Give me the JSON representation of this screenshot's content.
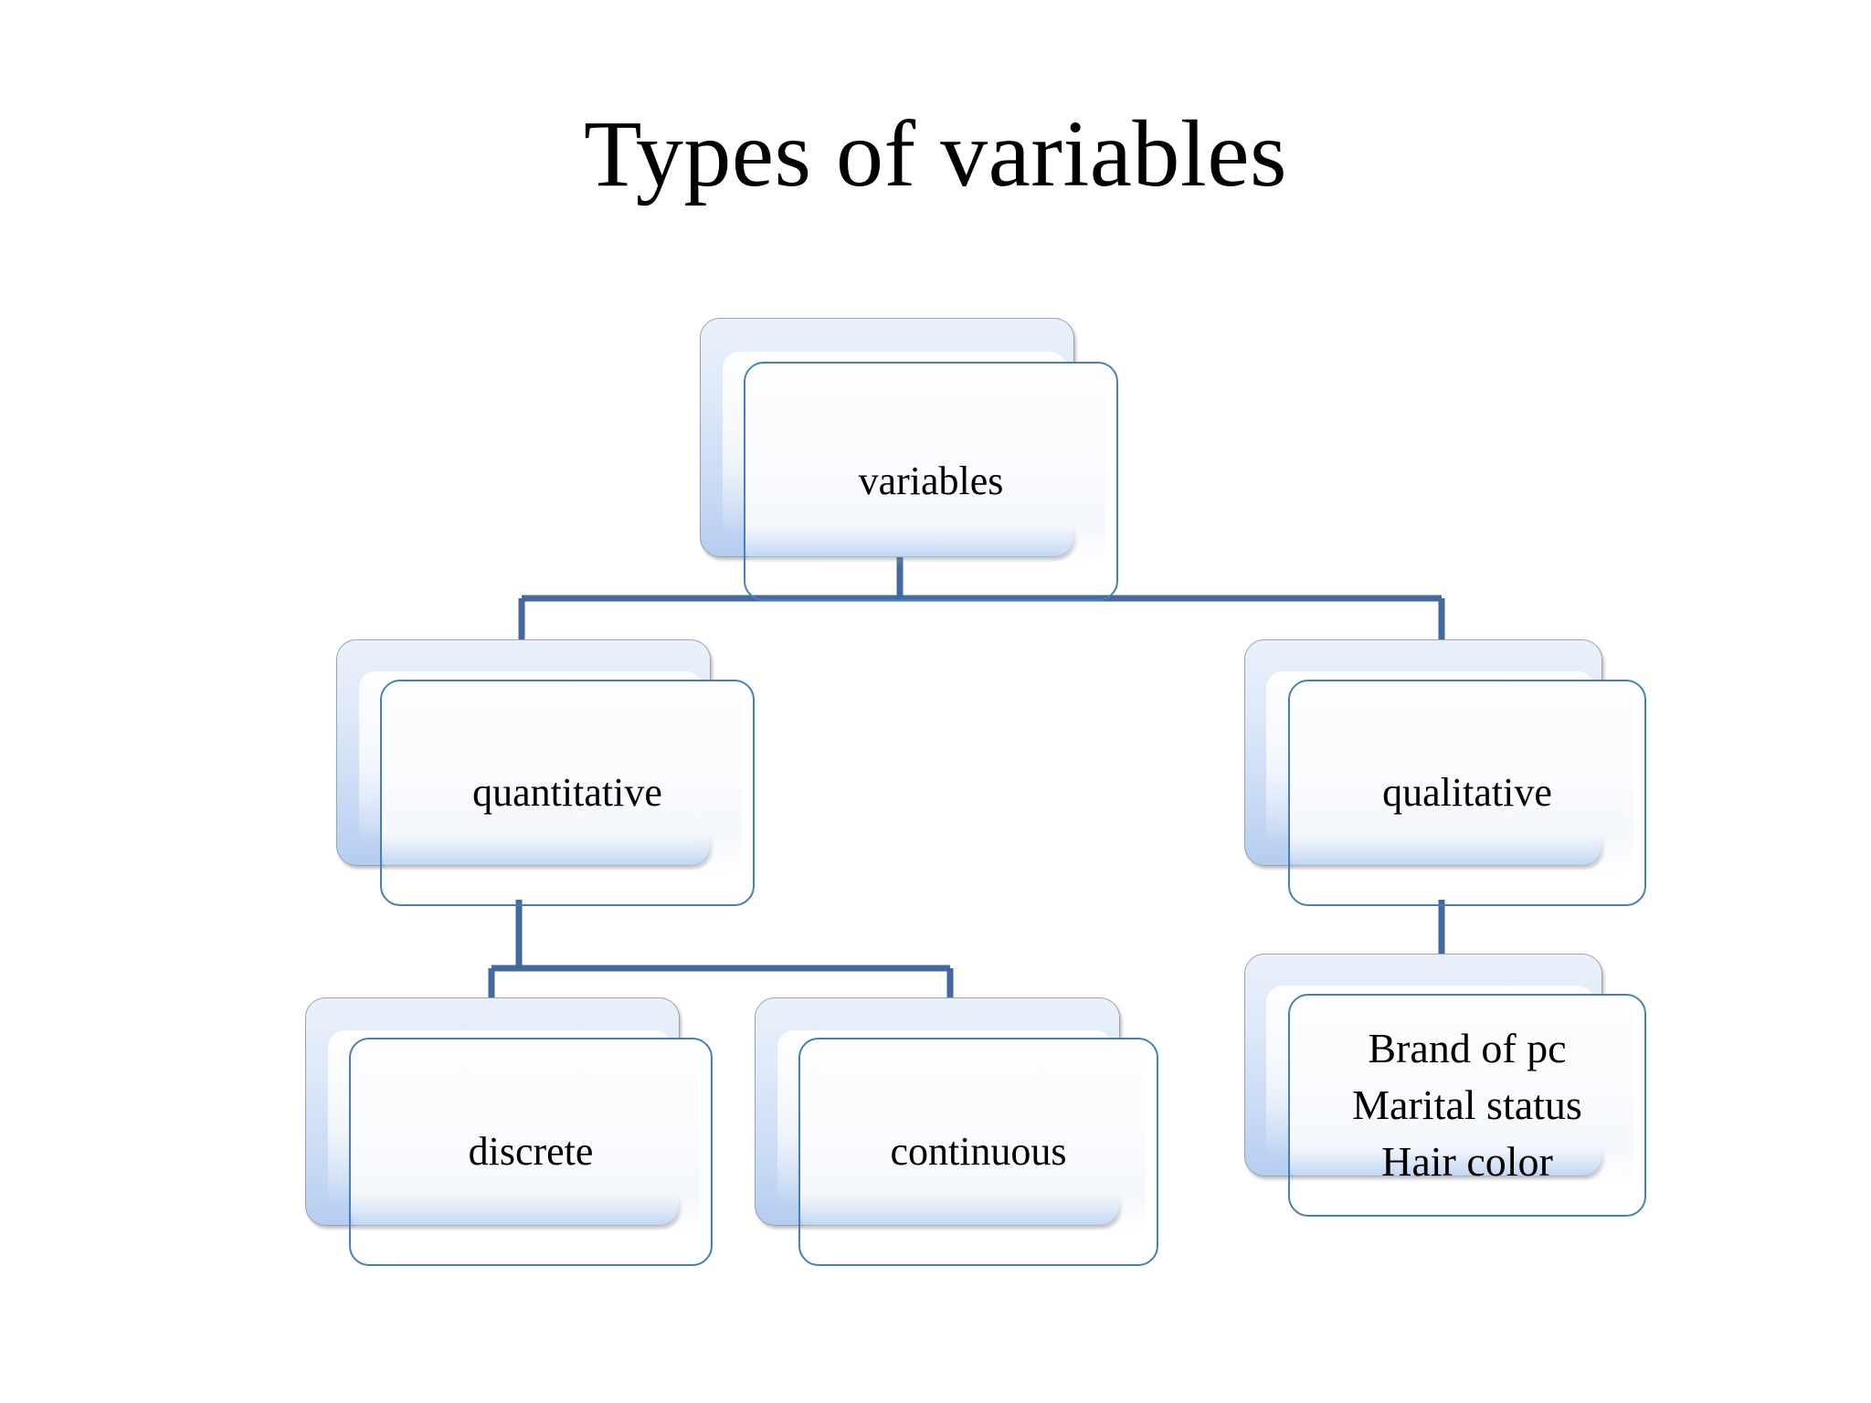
{
  "slide": {
    "title": "Types of variables",
    "background_color": "#ffffff"
  },
  "theme": {
    "connector_color": "#43699f",
    "card_border_color": "#4a7ebb",
    "plate_border_color": "#9aa4ae",
    "plate_gradient_top": "#eaf1fb",
    "plate_gradient_bottom": "#b4cdf0",
    "card_fill_color": "#fbfcfe",
    "text_color": "#000000"
  },
  "chart_data": {
    "type": "diagram",
    "diagram_kind": "hierarchy-tree",
    "title": "Types of variables",
    "nodes": [
      {
        "id": "root",
        "label": "variables",
        "level": 0,
        "parent": null
      },
      {
        "id": "quantitative",
        "label": "quantitative",
        "level": 1,
        "parent": "root"
      },
      {
        "id": "qualitative",
        "label": "qualitative",
        "level": 1,
        "parent": "root"
      },
      {
        "id": "discrete",
        "label": "discrete",
        "level": 2,
        "parent": "quantitative"
      },
      {
        "id": "continuous",
        "label": "continuous",
        "level": 2,
        "parent": "quantitative"
      },
      {
        "id": "qual-examples",
        "label": "Brand of pc\nMarital status\nHair color",
        "level": 2,
        "parent": "qualitative"
      }
    ],
    "edges": [
      {
        "from": "root",
        "to": "quantitative"
      },
      {
        "from": "root",
        "to": "qualitative"
      },
      {
        "from": "quantitative",
        "to": "discrete"
      },
      {
        "from": "quantitative",
        "to": "continuous"
      },
      {
        "from": "qualitative",
        "to": "qual-examples"
      }
    ]
  },
  "nodes": {
    "root": {
      "text": "variables"
    },
    "quantitative": {
      "text": "quantitative"
    },
    "qualitative": {
      "text": "qualitative"
    },
    "discrete": {
      "text": "discrete"
    },
    "continuous": {
      "text": "continuous"
    },
    "qual_examples": {
      "line1": "Brand of pc",
      "line2": "Marital status",
      "line3": "Hair color"
    }
  }
}
